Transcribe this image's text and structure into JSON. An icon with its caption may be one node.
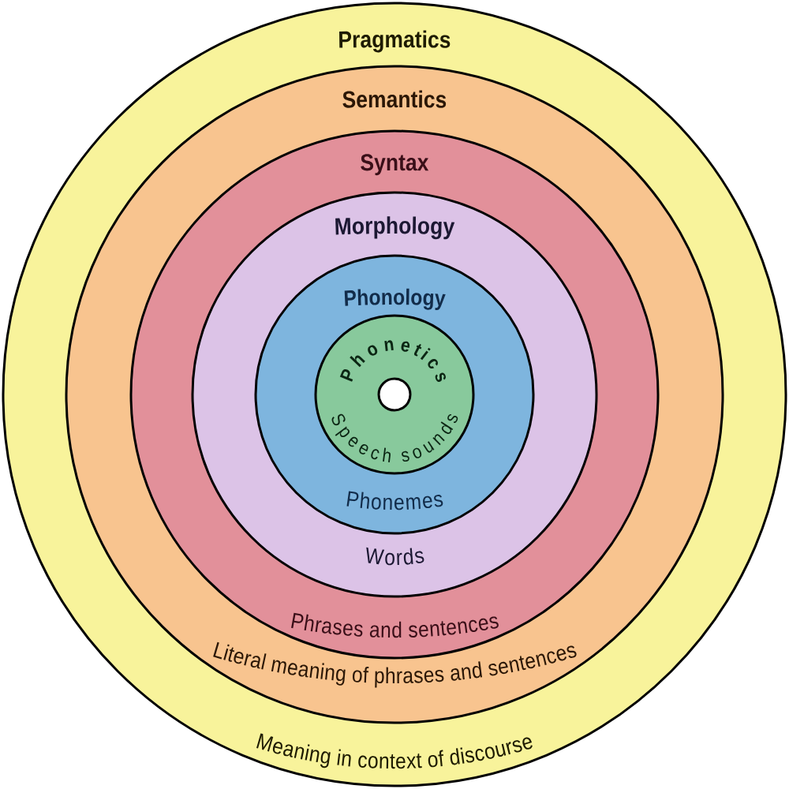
{
  "diagram": {
    "nodes": [
      {
        "text": [
          "Pragmatics",
          "Meaning in context of discourse"
        ]
      },
      {
        "text": [
          "Semantics",
          "Literal meaning of phrases and sentences"
        ],
        "in": 0
      },
      {
        "text": [
          "Syntax",
          "Phrases and sentences"
        ],
        "in": 1
      },
      {
        "text": [
          "Morphology",
          "Words"
        ],
        "in": 2
      },
      {
        "text": [
          "Phonology",
          "Phonemes"
        ],
        "in": 3
      },
      {
        "text": [
          "Phonetics",
          "Speech sounds"
        ],
        "in": 4
      },
      {
        "text": [],
        "shape": "circle",
        "in": 5
      }
    ]
  }
}
